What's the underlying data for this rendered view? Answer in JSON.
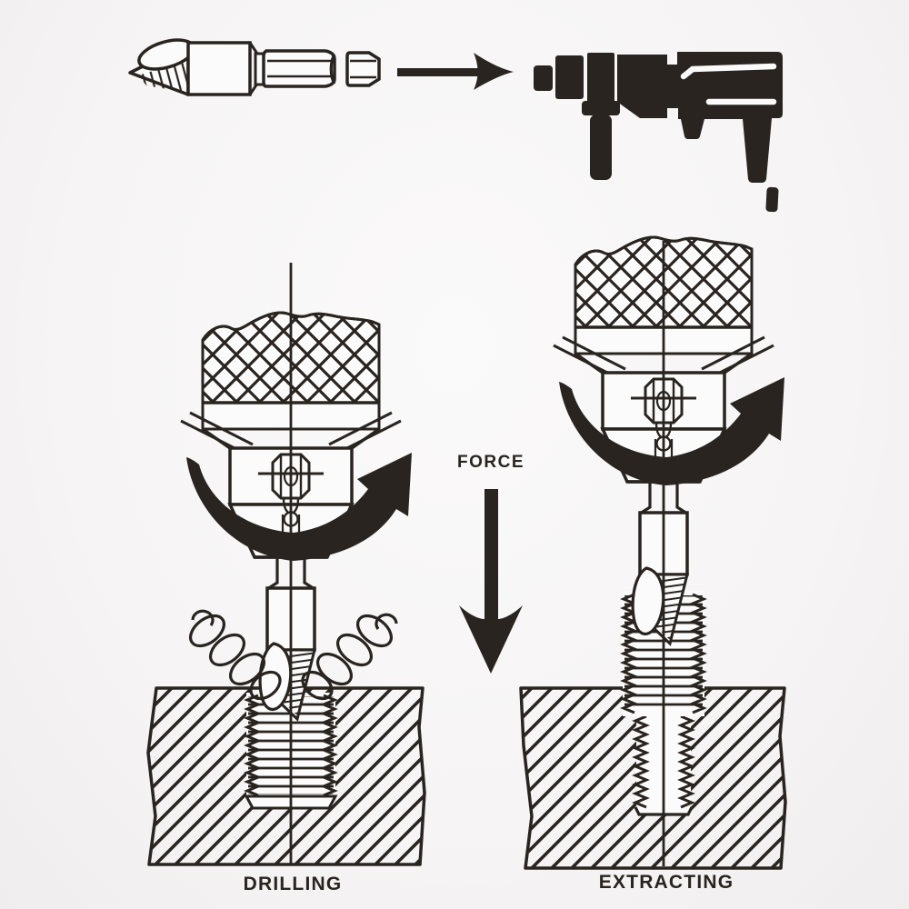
{
  "page": {
    "background": "#f6f4f4",
    "ink": "#29241f",
    "paper": "#fcfbfb"
  },
  "top_row": {
    "bit_icon": "screw-extractor-hex-shank-bit",
    "arrow_icon": "right-arrow",
    "drill_icon": "power-drill-silhouette"
  },
  "force": {
    "label": "FORCE",
    "arrow_icon": "down-force-arrow"
  },
  "steps": [
    {
      "label": "DRILLING",
      "rotation_icon": "rotation-sweep-arrow",
      "detail": "extractor drilling into broken screw, chips flying"
    },
    {
      "label": "EXTRACTING",
      "rotation_icon": "rotation-sweep-arrow",
      "detail": "broken screw backed out of threaded hole"
    }
  ]
}
